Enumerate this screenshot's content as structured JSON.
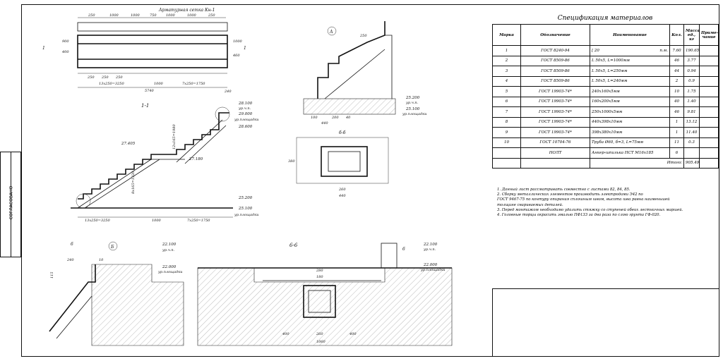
{
  "side_stamp": {
    "label": "СОГЛАСОВАНО"
  },
  "specification": {
    "title": "Спецификация материалов",
    "columns": [
      "Марка",
      "Обозначение",
      "Наименование",
      "Кол.",
      "Масса ед., кг",
      "Приме-чание"
    ],
    "rows": [
      {
        "mark": "1",
        "doc": "ГОСТ 8240-94",
        "name": "[ 20",
        "unit": "п.м.",
        "qty": "7.60",
        "mass": "190.65",
        "note": ""
      },
      {
        "mark": "2",
        "doc": "ГОСТ 8509-86",
        "name": "L 50х5, L=1000мм",
        "unit": "",
        "qty": "46",
        "mass": "3.77",
        "note": ""
      },
      {
        "mark": "3",
        "doc": "ГОСТ 8509-86",
        "name": "L 50х5, L=250мм",
        "unit": "",
        "qty": "44",
        "mass": "0.94",
        "note": ""
      },
      {
        "mark": "4",
        "doc": "ГОСТ 8509-86",
        "name": "L 50х5, L=240мм",
        "unit": "",
        "qty": "2",
        "mass": "0.9",
        "note": ""
      },
      {
        "mark": "5",
        "doc": "ГОСТ 19903-74*",
        "name": "240х160х5мм",
        "unit": "",
        "qty": "10",
        "mass": "1.75",
        "note": ""
      },
      {
        "mark": "6",
        "doc": "ГОСТ 19903-74*",
        "name": "160х200х5мм",
        "unit": "",
        "qty": "40",
        "mass": "1.40",
        "note": ""
      },
      {
        "mark": "7",
        "doc": "ГОСТ 19903-74*",
        "name": "250х1000х5мм",
        "unit": "",
        "qty": "46",
        "mass": "9.81",
        "note": ""
      },
      {
        "mark": "8",
        "doc": "ГОСТ 19903-74*",
        "name": "440х398х10мм",
        "unit": "",
        "qty": "1",
        "mass": "13.12",
        "note": ""
      },
      {
        "mark": "9",
        "doc": "ГОСТ 19903-74*",
        "name": "398х380х10мм",
        "unit": "",
        "qty": "1",
        "mass": "11.40",
        "note": ""
      },
      {
        "mark": "10",
        "doc": "ГОСТ 10704-76",
        "name": "Труба Ø60, б=3, L=75мм",
        "unit": "",
        "qty": "11",
        "mass": "0.3",
        "note": ""
      },
      {
        "mark": "",
        "doc": "НОЛТ",
        "name": "Анкер-шпилька НСТ М16х185",
        "unit": "",
        "qty": "6",
        "mass": "",
        "note": ""
      }
    ],
    "total_label": "Итого:",
    "total_value": "905.49"
  },
  "notes": [
    "1. Данный лист рассматривать совместно с листами 82, 84, 85.",
    "2. Сборку металлических элементов производить электродами Э42 по",
    "ГОСТ 9467-75 по контуру опирания сплошным швом, высота шва равна наименьшей",
    "толщине свариваемых деталей.",
    "3. Перед монтажом необходимо удалить стяжку со ступеней обеих лестничных маршей.",
    "4. Головные торцы окрасить эмалью ПФ133 за два раза по слою грунта ГФ-020."
  ],
  "drawing": {
    "mesh_title": "Арматурная сетка Кн-1",
    "mesh_dims_top": [
      "250",
      "1000",
      "1000",
      "750",
      "1000",
      "1000",
      "250"
    ],
    "mesh_dims_bottom": [
      "250",
      "250",
      "250",
      "1000",
      "7х250=1750"
    ],
    "mesh_dim_13": "13х250=3250",
    "mesh_total": "5740",
    "mesh_240": "240",
    "mesh_side": [
      "900",
      "400",
      "1000",
      "460"
    ],
    "section_1_1": "1-1",
    "section_a": "А",
    "section_b": "Б",
    "section_bb": "б-б",
    "section_66": "6-6",
    "cut_mark_1": "1",
    "cut_mark_6": "6",
    "elev": {
      "e28100": "28.100",
      "e29000": "29.000",
      "e28600": "28.600",
      "e27405": "27.405",
      "e27180": "27.180",
      "e25200": "25.200",
      "e25100": "25.100",
      "e22100": "22.100",
      "e22000": "22.000"
    },
    "elev_floor": "ур.ч.п.",
    "elev_landing": "ур.площадки",
    "stair_dims": [
      "13х250=3250",
      "1000",
      "7х250=1750"
    ],
    "stair_rise_1": "8х165=1320",
    "stair_rise_2": "12х165=1980",
    "detail_a_dims": [
      "250",
      "440",
      "100",
      "200",
      "40"
    ],
    "bb_dims": [
      "260",
      "380",
      "440"
    ],
    "s66_dims": [
      "400",
      "260",
      "400",
      "1060",
      "280",
      "180"
    ],
    "b_dims": [
      "240",
      "10",
      "115"
    ]
  }
}
